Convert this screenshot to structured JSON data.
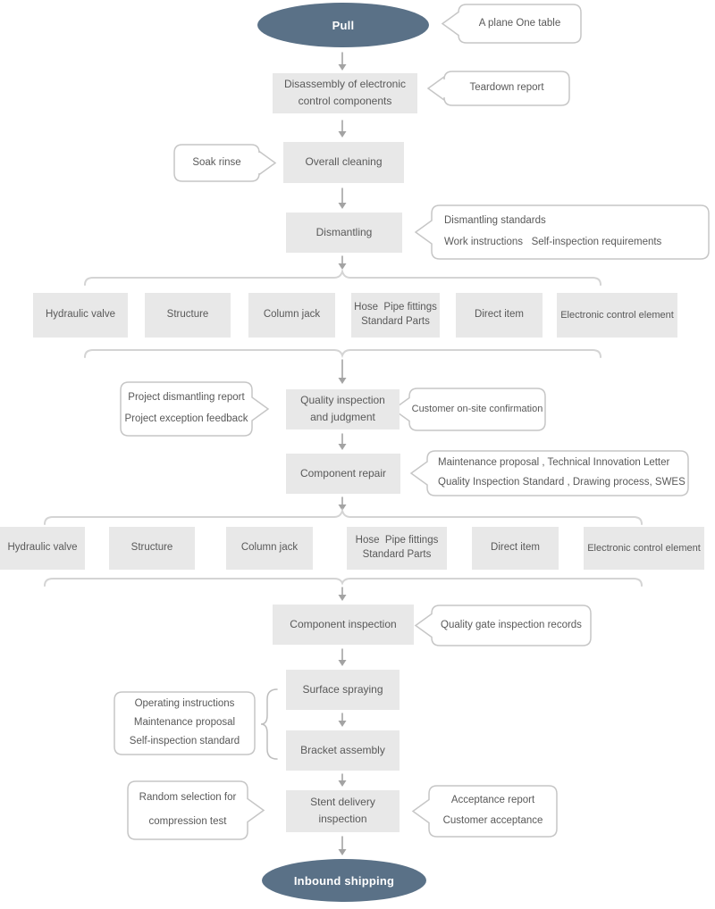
{
  "colors": {
    "terminal_fill": "#5a7187",
    "node_fill": "#e8e8e8",
    "text": "#595959",
    "bubble_border": "#c6c6c6",
    "arrow": "#a3a3a3",
    "brace": "#d4d4d4",
    "curly_brace": "#bdbdbd"
  },
  "start_node": {
    "label": "Pull"
  },
  "end_node": {
    "label": "Inbound shipping"
  },
  "nodes": {
    "disassembly": {
      "line1": "Disassembly of electronic",
      "line2": "control components"
    },
    "overall_cleaning": {
      "label": "Overall cleaning"
    },
    "dismantling": {
      "label": "Dismantling"
    },
    "quality_inspection": {
      "line1": "Quality inspection",
      "line2": "and judgment"
    },
    "component_repair": {
      "label": "Component repair"
    },
    "component_inspection": {
      "label": "Component inspection"
    },
    "surface_spraying": {
      "label": "Surface spraying"
    },
    "bracket_assembly": {
      "label": "Bracket assembly"
    },
    "stent_delivery": {
      "line1": "Stent delivery",
      "line2": "inspection"
    }
  },
  "branch_rows": {
    "row1": {
      "items": [
        {
          "label": "Hydraulic valve"
        },
        {
          "label": "Structure"
        },
        {
          "label": "Column jack"
        },
        {
          "line1": "Hose  Pipe fittings",
          "line2": "Standard Parts"
        },
        {
          "label": "Direct item"
        },
        {
          "label": "Electronic control element"
        }
      ]
    },
    "row2": {
      "items": [
        {
          "label": "Hydraulic valve"
        },
        {
          "label": "Structure"
        },
        {
          "label": "Column jack"
        },
        {
          "line1": "Hose  Pipe fittings",
          "line2": "Standard Parts"
        },
        {
          "label": "Direct item"
        },
        {
          "label": "Electronic control element"
        }
      ]
    }
  },
  "callouts": {
    "plane_table": {
      "label": "A plane One table"
    },
    "teardown_report": {
      "label": "Teardown report"
    },
    "soak_rinse": {
      "label": "Soak rinse"
    },
    "dismantling_docs": {
      "line1": "Dismantling standards",
      "line2": "Work instructions   Self-inspection requirements"
    },
    "project_feedback": {
      "line1": "Project dismantling report",
      "line2": "Project exception feedback"
    },
    "customer_confirmation": {
      "label": "Customer on-site confirmation"
    },
    "repair_docs": {
      "line1": "Maintenance proposal , Technical Innovation Letter",
      "line2": "Quality Inspection Standard , Drawing process, SWES"
    },
    "quality_gate": {
      "label": "Quality gate inspection records"
    },
    "assembly_docs": {
      "line1": "Operating instructions",
      "line2": "Maintenance proposal",
      "line3": "Self-inspection standard"
    },
    "compression_test": {
      "line1": "Random selection for",
      "line2": "compression test"
    },
    "acceptance": {
      "line1": "Acceptance report",
      "line2": "Customer acceptance"
    }
  }
}
